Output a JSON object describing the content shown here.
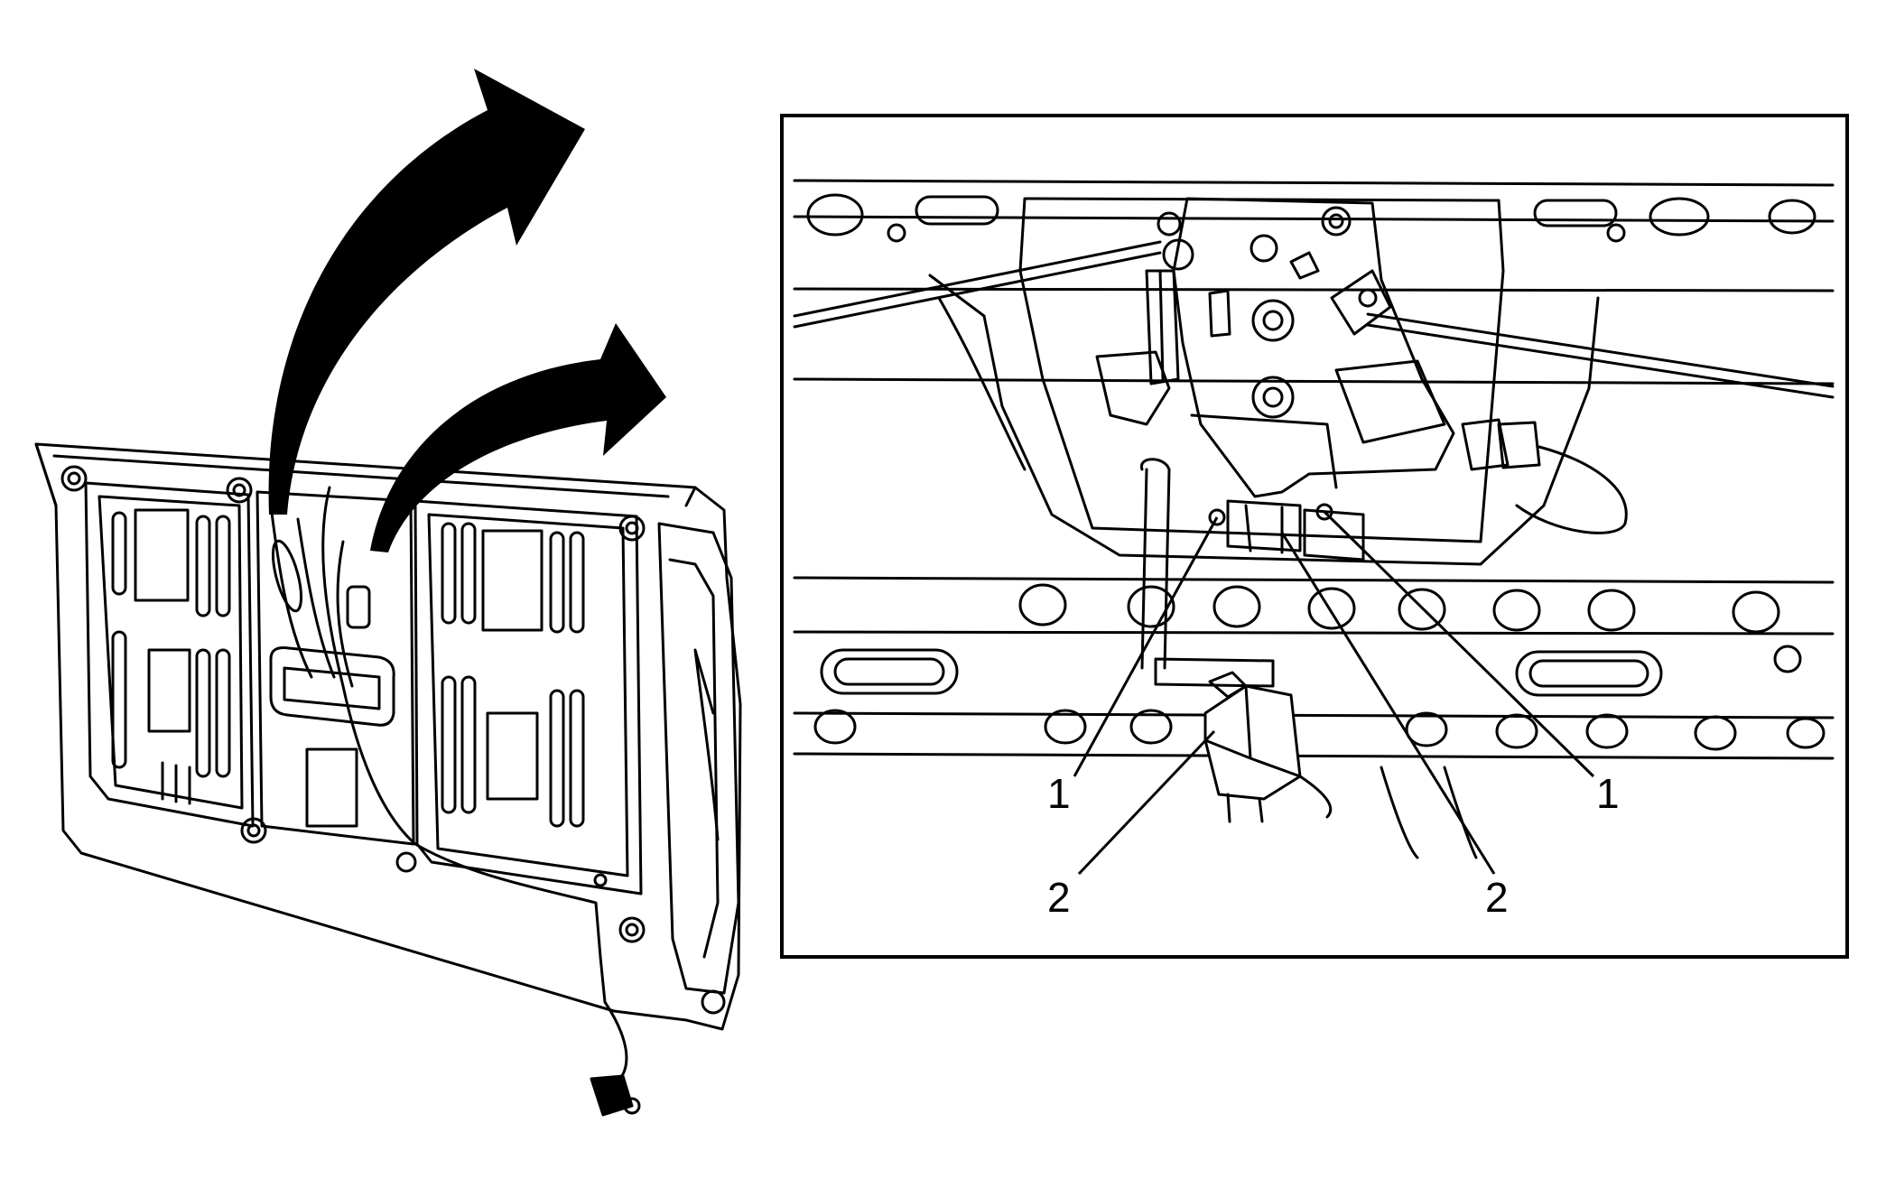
{
  "colors": {
    "ink": "#000000",
    "paper": "#ffffff"
  },
  "callouts": {
    "c1_left": "1",
    "c1_right": "1",
    "c2_left": "2",
    "c2_right": "2"
  }
}
